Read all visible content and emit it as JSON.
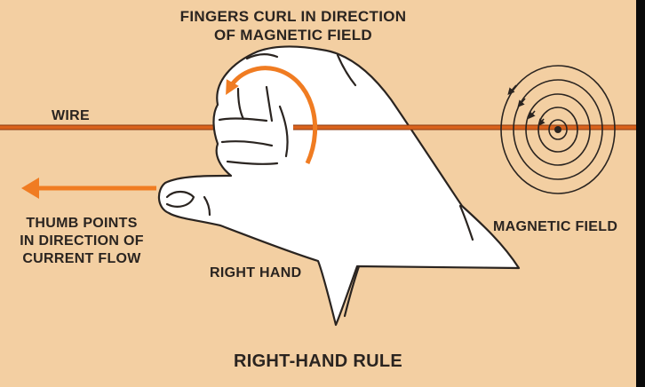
{
  "labels": {
    "fingers_curl_line1": "FINGERS CURL IN DIRECTION",
    "fingers_curl_line2": "OF MAGNETIC FIELD",
    "wire": "WIRE",
    "thumb_line1": "THUMB POINTS",
    "thumb_line2": "IN DIRECTION OF",
    "thumb_line3": "CURRENT FLOW",
    "right_hand": "RIGHT HAND",
    "magnetic_field": "MAGNETIC FIELD",
    "title": "RIGHT-HAND RULE"
  },
  "colors": {
    "background": "#f3cfa2",
    "wire": "#d9621c",
    "arrow": "#f07c22",
    "ink": "#2a2420",
    "hand": "#ffffff"
  }
}
